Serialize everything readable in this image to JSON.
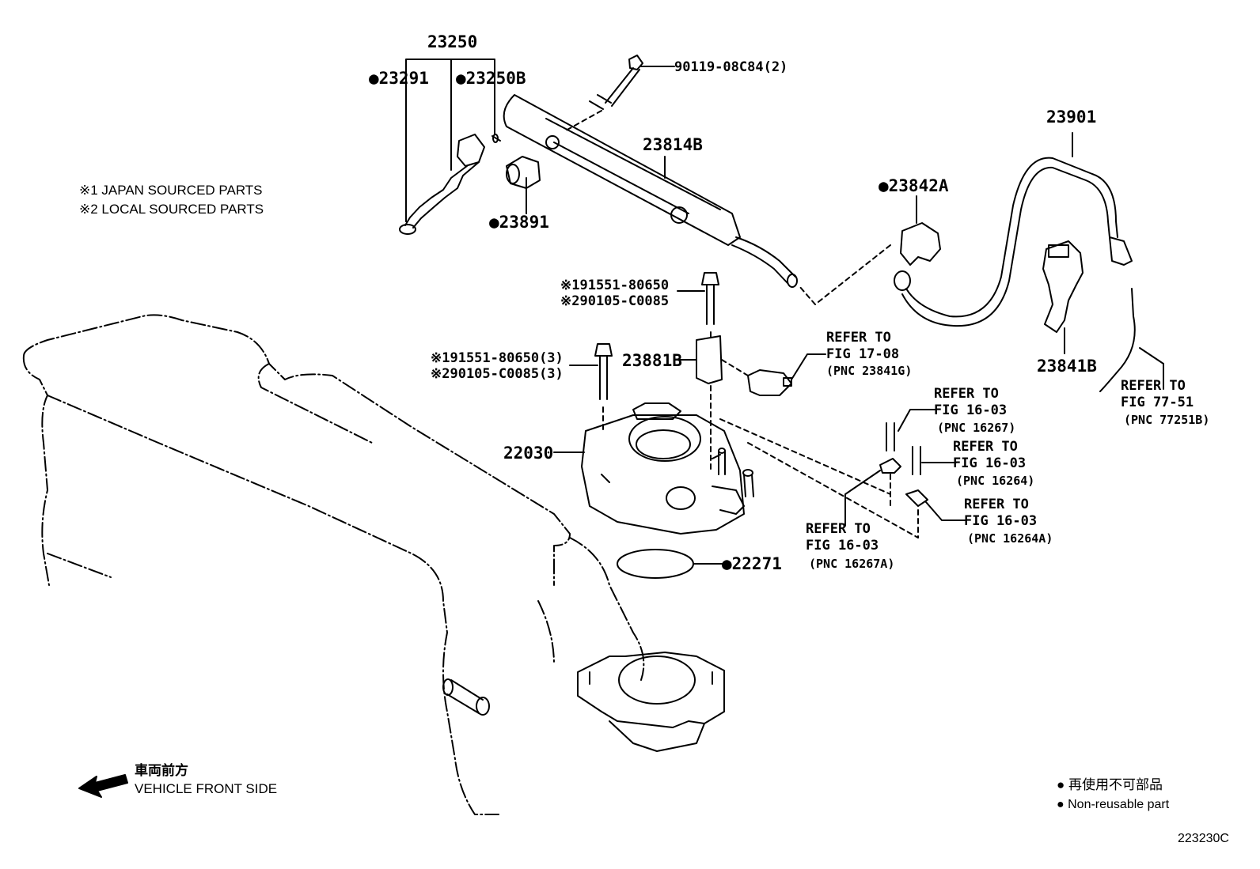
{
  "diagram_id": "223230C",
  "notes": {
    "note1": "※1 JAPAN SOURCED PARTS",
    "note2": "※2 LOCAL SOURCED PARTS"
  },
  "front": {
    "jp": "車両前方",
    "en": "VEHICLE FRONT SIDE"
  },
  "legend": {
    "jp": "● 再使用不可部品",
    "en": "● Non-reusable part"
  },
  "parts": {
    "p23250": "23250",
    "p23291": "●23291",
    "p23250b": "●23250B",
    "p23891": "●23891",
    "p90119": "90119-08C84(2)",
    "p23814b": "23814B",
    "p23901": "23901",
    "p23842a": "●23842A",
    "p23841b": "23841B",
    "p191551a": "※191551-80650",
    "p290105a": "※290105-C0085",
    "p191551b": "※191551-80650(3)",
    "p290105b": "※290105-C0085(3)",
    "p23881b": "23881B",
    "p22030": "22030",
    "p22271": "●22271"
  },
  "refs": {
    "r1708": {
      "line1": "REFER TO",
      "line2": "FIG 17-08",
      "line3": "(PNC 23841G)"
    },
    "r7751": {
      "line1": "REFER TO",
      "line2": "FIG 77-51",
      "line3": "(PNC 77251B)"
    },
    "r16267": {
      "line1": "REFER TO",
      "line2": "FIG 16-03",
      "line3": "(PNC 16267)"
    },
    "r16264": {
      "line1": "REFER TO",
      "line2": "FIG 16-03",
      "line3": "(PNC 16264)"
    },
    "r16264a": {
      "line1": "REFER TO",
      "line2": "FIG 16-03",
      "line3": "(PNC 16264A)"
    },
    "r16267a": {
      "line1": "REFER TO",
      "line2": "FIG 16-03",
      "line3": "(PNC 16267A)"
    }
  }
}
